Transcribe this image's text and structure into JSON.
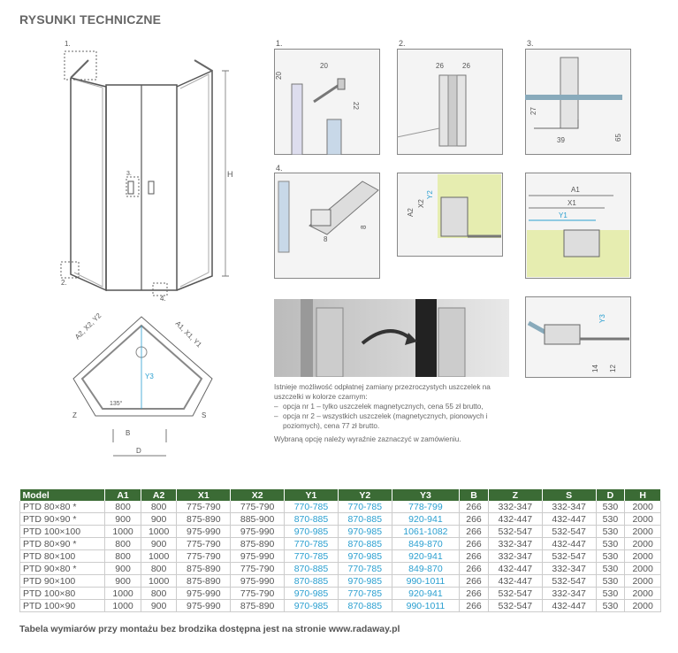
{
  "title": "RYSUNKI TECHNICZNE",
  "front_view": {
    "label_H": "H",
    "detail_1": "1.",
    "detail_2": "2.",
    "detail_3": "3.",
    "detail_4": "4."
  },
  "panels": {
    "p1": {
      "num": "1.",
      "d1": "20",
      "d2": "20",
      "d3": "22"
    },
    "p2": {
      "num": "2.",
      "d1": "26",
      "d2": "26"
    },
    "p3": {
      "num": "3.",
      "d1": "27",
      "d2": "65",
      "d3": "39"
    },
    "p4": {
      "num": "4.",
      "d1": "8",
      "d2": "8"
    },
    "p5": {
      "a": "A2",
      "b": "X2",
      "c": "Y2"
    },
    "p6": {
      "a": "A1",
      "b": "X1",
      "c": "Y1"
    },
    "p7": {
      "a": "Y3",
      "b": "14",
      "c": "12"
    }
  },
  "top_view": {
    "a_left": "A2, X2, Y2",
    "a_right": "A1, X1, Y1",
    "y3": "Y3",
    "angle": "135°",
    "z": "Z",
    "s": "S",
    "b": "B",
    "d": "D"
  },
  "note": {
    "intro": "Istnieje możliwość odpłatnej zamiany przezroczystych uszczelek na uszczelki w kolorze czarnym:",
    "opt1": "opcja nr 1 – tylko uszczelek magnetycznych, cena 55 zł brutto,",
    "opt2": "opcja nr 2 – wszystkich uszczelek (magnetycznych, pionowych i poziomych), cena 77 zł brutto.",
    "outro": "Wybraną opcję należy wyraźnie zaznaczyć w zamówieniu."
  },
  "table": {
    "headers": [
      "Model",
      "A1",
      "A2",
      "X1",
      "X2",
      "Y1",
      "Y2",
      "Y3",
      "B",
      "Z",
      "S",
      "D",
      "H"
    ],
    "rows": [
      [
        "PTD 80×80 *",
        "800",
        "800",
        "775-790",
        "775-790",
        "770-785",
        "770-785",
        "778-799",
        "266",
        "332-347",
        "332-347",
        "530",
        "2000"
      ],
      [
        "PTD 90×90 *",
        "900",
        "900",
        "875-890",
        "885-900",
        "870-885",
        "870-885",
        "920-941",
        "266",
        "432-447",
        "432-447",
        "530",
        "2000"
      ],
      [
        "PTD 100×100",
        "1000",
        "1000",
        "975-990",
        "975-990",
        "970-985",
        "970-985",
        "1061-1082",
        "266",
        "532-547",
        "532-547",
        "530",
        "2000"
      ],
      [
        "PTD 80×90 *",
        "800",
        "900",
        "775-790",
        "875-890",
        "770-785",
        "870-885",
        "849-870",
        "266",
        "332-347",
        "432-447",
        "530",
        "2000"
      ],
      [
        "PTD 80×100",
        "800",
        "1000",
        "775-790",
        "975-990",
        "770-785",
        "970-985",
        "920-941",
        "266",
        "332-347",
        "532-547",
        "530",
        "2000"
      ],
      [
        "PTD 90×80 *",
        "900",
        "800",
        "875-890",
        "775-790",
        "870-885",
        "770-785",
        "849-870",
        "266",
        "432-447",
        "332-347",
        "530",
        "2000"
      ],
      [
        "PTD 90×100",
        "900",
        "1000",
        "875-890",
        "975-990",
        "870-885",
        "970-985",
        "990-1011",
        "266",
        "432-447",
        "532-547",
        "530",
        "2000"
      ],
      [
        "PTD 100×80",
        "1000",
        "800",
        "975-990",
        "775-790",
        "970-985",
        "770-785",
        "920-941",
        "266",
        "532-547",
        "332-347",
        "530",
        "2000"
      ],
      [
        "PTD 100×90",
        "1000",
        "900",
        "975-990",
        "875-890",
        "970-985",
        "870-885",
        "990-1011",
        "266",
        "532-547",
        "432-447",
        "530",
        "2000"
      ]
    ],
    "blue_columns": [
      5,
      6,
      7
    ]
  },
  "footer": "Tabela wymiarów przy montażu bez brodzika dostępna jest na stronie www.radaway.pl",
  "colors": {
    "header_green": "#3b6b35",
    "dim_blue": "#2a9fd0",
    "profile_green": "#e6edb0"
  }
}
